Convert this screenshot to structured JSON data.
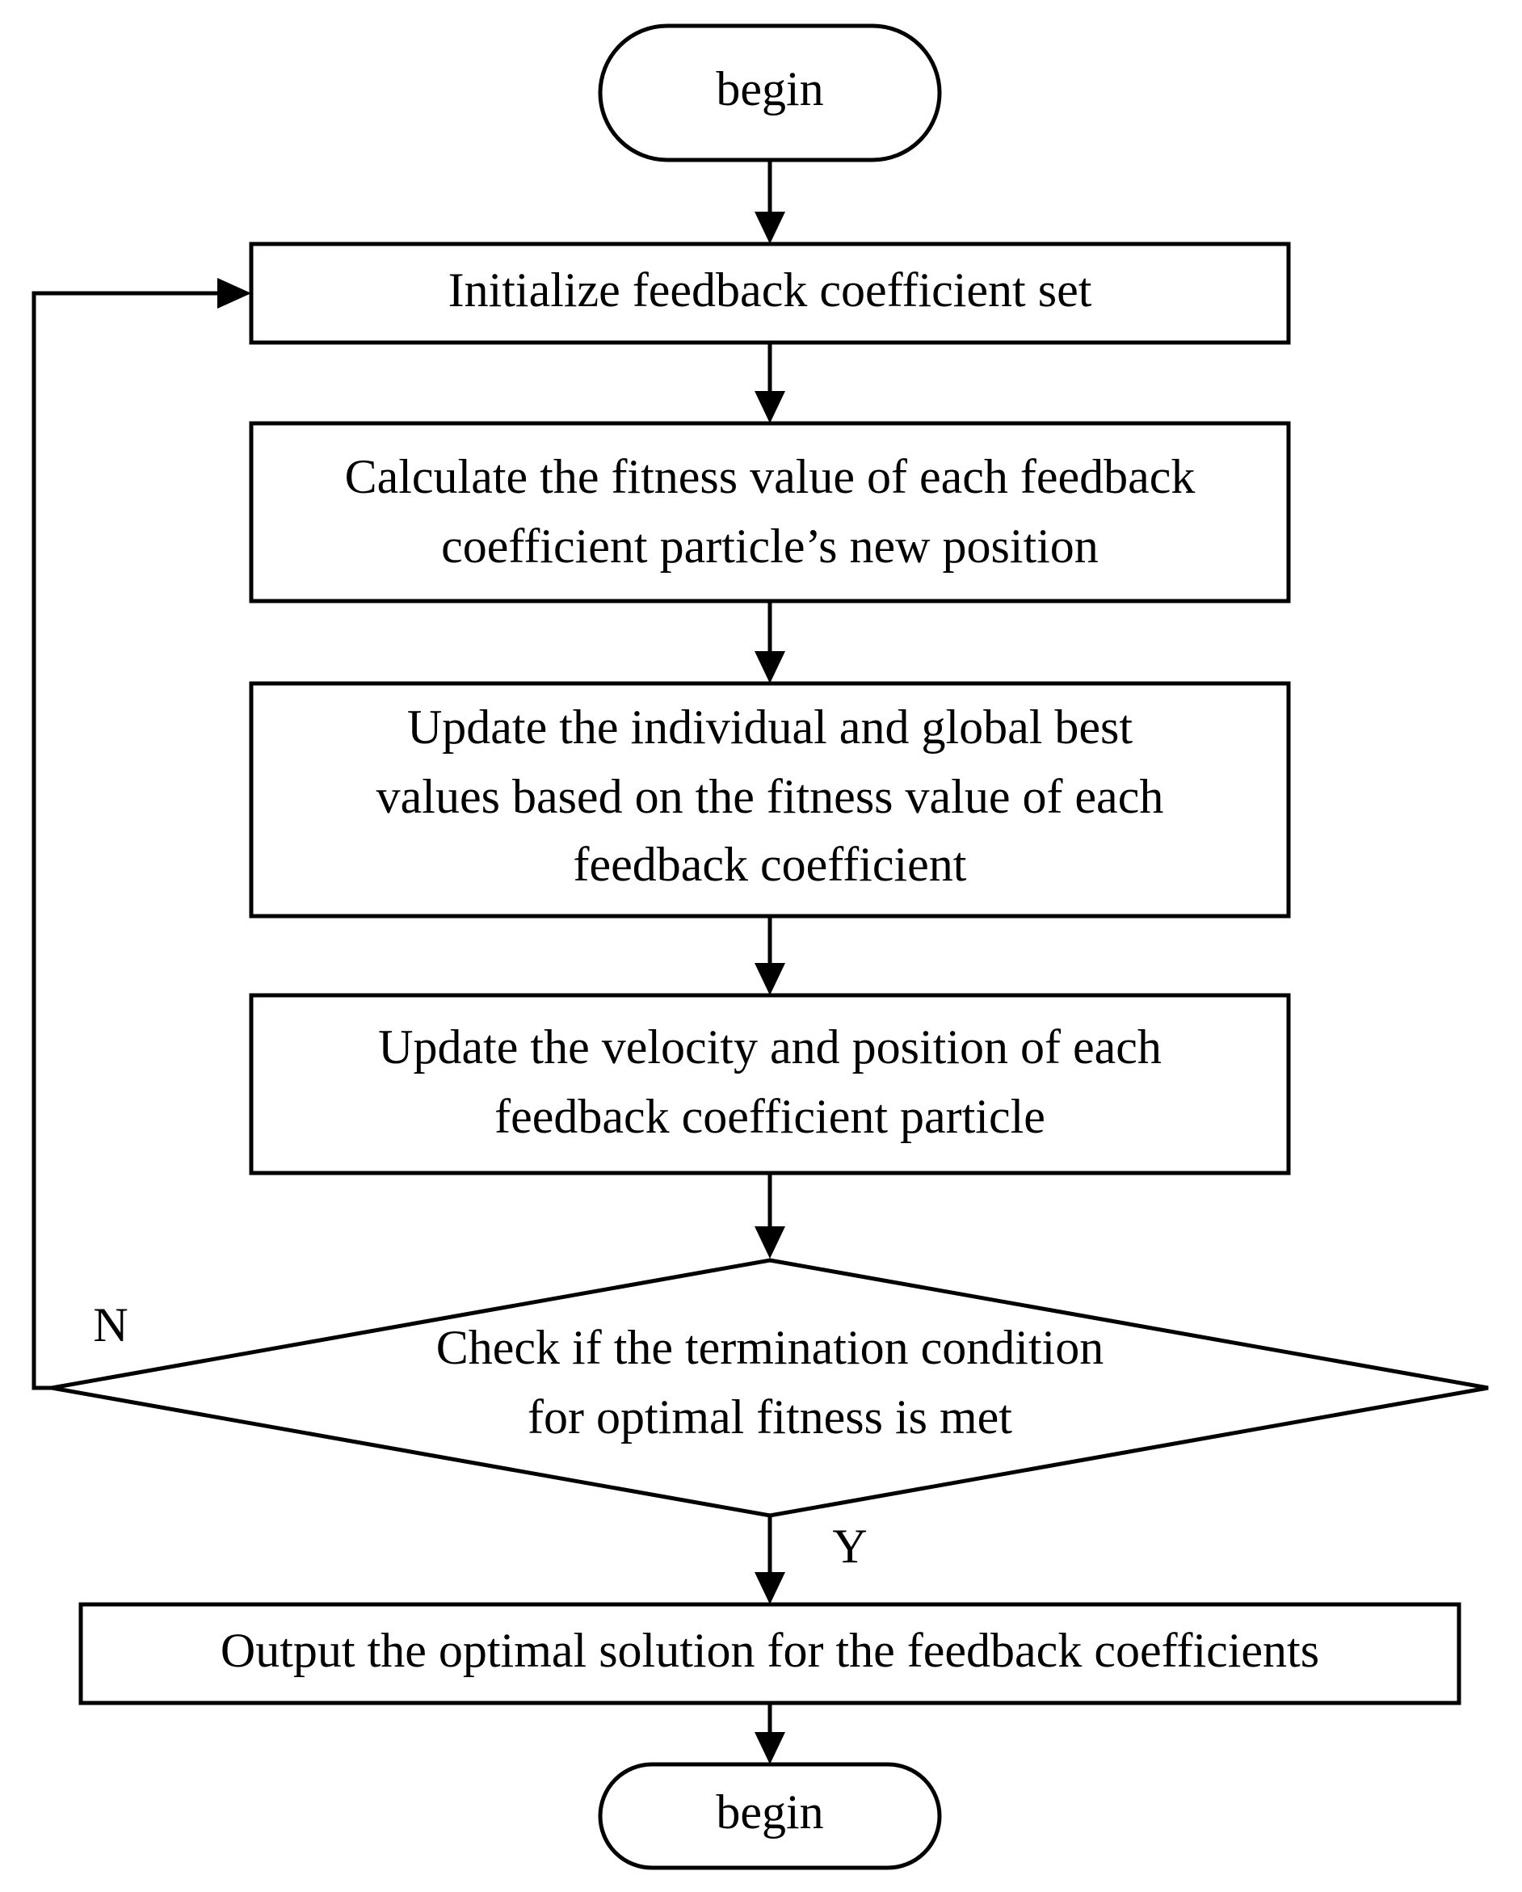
{
  "flowchart": {
    "start": {
      "label": "begin"
    },
    "init": {
      "label": "Initialize feedback coefficient set"
    },
    "calc": {
      "line1": "Calculate the fitness value of each feedback",
      "line2": "coefficient particle’s new position"
    },
    "update_best": {
      "line1": "Update the individual and global best",
      "line2": "values based on the fitness value of each",
      "line3": "feedback coefficient"
    },
    "update_velocity": {
      "line1": "Update the velocity and position of each",
      "line2": "feedback coefficient particle"
    },
    "decision": {
      "line1": "Check if the termination condition",
      "line2": "for optimal fitness is met"
    },
    "output": {
      "label": "Output the optimal solution for the feedback coefficients"
    },
    "end": {
      "label": "begin"
    },
    "edge_labels": {
      "no": "N",
      "yes": "Y"
    }
  }
}
